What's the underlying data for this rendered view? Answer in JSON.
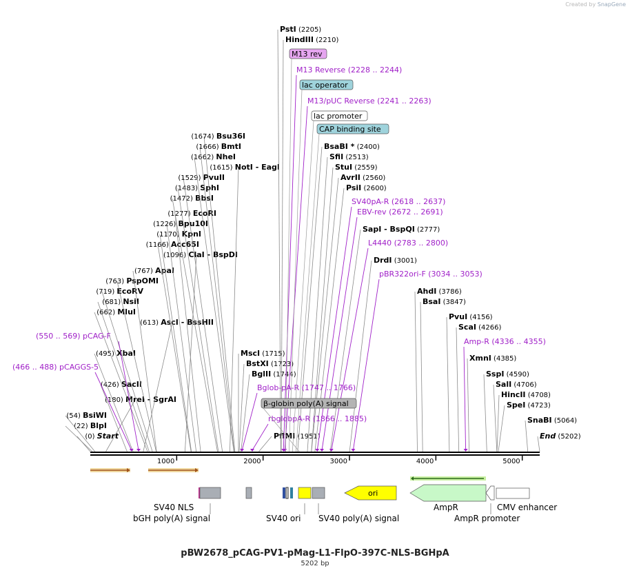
{
  "app": {
    "credit_prefix": "Created by",
    "credit_brand": "SnapGene"
  },
  "map": {
    "name": "pBW2678_pCAG-PV1-pMag-L1-FlpO-397C-NLS-BGHpA",
    "size_label": "5202 bp",
    "length": 5202,
    "ticks": [
      1000,
      2000,
      3000,
      4000,
      5000
    ],
    "feature_colors": {
      "primer": "#a020c8",
      "sites": "#111111",
      "backbone": "#222222"
    }
  },
  "sites": [
    {
      "pos": "(0)",
      "name": "Start",
      "italic": true,
      "bp": 0,
      "lineTo": 185
    },
    {
      "pos": "(22)",
      "name": "BlpI",
      "bp": 22,
      "lineTo": 170
    },
    {
      "pos": "(54)",
      "name": "BsiWI",
      "bp": 54,
      "lineTo": 157
    },
    {
      "pos": "(180)",
      "name": "MreI",
      "name2": "SgrAI",
      "bp": 180,
      "lineTo": 167
    },
    {
      "pos": "(426)",
      "name": "SacII",
      "bp": 426,
      "lineTo": 193
    },
    {
      "pos": "(495)",
      "name": "XbaI",
      "bp": 495,
      "lineTo": 209
    },
    {
      "pos": "(613)",
      "name": "AscI",
      "name2": "BssHII",
      "bp": 613,
      "lineTo": 218
    },
    {
      "pos": "(662)",
      "name": "MluI",
      "bp": 662,
      "lineTo": 225
    },
    {
      "pos": "(681)",
      "name": "NsiI",
      "bp": 681,
      "lineTo": 232
    },
    {
      "pos": "(719)",
      "name": "EcoRV",
      "bp": 719,
      "lineTo": 242
    },
    {
      "pos": "(763)",
      "name": "PspOMI",
      "bp": 763,
      "lineTo": 250
    },
    {
      "pos": "(767)",
      "name": "ApaI",
      "bp": 767,
      "lineTo": 255
    },
    {
      "pos": "(1096)",
      "name": "ClaI",
      "name2": "BspDI",
      "bp": 1096,
      "lineTo": 283
    },
    {
      "pos": "(1166)",
      "name": "Acc65I",
      "bp": 1166,
      "lineTo": 290
    },
    {
      "pos": "(1170)",
      "name": "KpnI",
      "bp": 1170,
      "lineTo": 297
    },
    {
      "pos": "(1226)",
      "name": "Bpu10I",
      "bp": 1226,
      "lineTo": 305
    },
    {
      "pos": "(1277)",
      "name": "EcoRI",
      "bp": 1277,
      "lineTo": 312
    },
    {
      "pos": "(1472)",
      "name": "BbsI",
      "bp": 1472,
      "lineTo": 335
    },
    {
      "pos": "(1483)",
      "name": "SphI",
      "bp": 1483,
      "lineTo": 342
    },
    {
      "pos": "(1529)",
      "name": "PvuII",
      "bp": 1529,
      "lineTo": 350
    },
    {
      "pos": "(1615)",
      "name": "NotI",
      "name2": "EagI",
      "bp": 1615,
      "lineTo": 358
    },
    {
      "pos": "(1662)",
      "name": "NheI",
      "bp": 1662,
      "lineTo": 365
    },
    {
      "pos": "(1666)",
      "name": "BmtI",
      "bp": 1666,
      "lineTo": 372
    },
    {
      "pos": "(1674)",
      "name": "Bsu36I",
      "bp": 1674,
      "lineTo": 380
    },
    {
      "pos": "(1715)",
      "name": "MscI",
      "bp": 1715,
      "lineTo": 518
    },
    {
      "pos": "(1723)",
      "name": "BstXI",
      "bp": 1723,
      "lineTo": 533
    },
    {
      "pos": "(1744)",
      "name": "BglII",
      "bp": 1744,
      "lineTo": 548
    },
    {
      "pos": "(1951)",
      "name": "PflMI",
      "bp": 1951,
      "lineTo": 637
    },
    {
      "pos": "(2205)",
      "name": "PstI",
      "bp": 2205,
      "lineTo": 48
    },
    {
      "pos": "(2210)",
      "name": "HindIII",
      "bp": 2210,
      "lineTo": 63
    },
    {
      "pos": "(2400)",
      "name": "BsaBI *",
      "bp": 2400,
      "lineTo": 217
    },
    {
      "pos": "(2513)",
      "name": "SfiI",
      "bp": 2513,
      "lineTo": 232
    },
    {
      "pos": "(2559)",
      "name": "StuI",
      "bp": 2559,
      "lineTo": 247
    },
    {
      "pos": "(2560)",
      "name": "AvrII",
      "bp": 2560,
      "lineTo": 262
    },
    {
      "pos": "(2600)",
      "name": "PsiI",
      "bp": 2600,
      "lineTo": 277
    },
    {
      "pos": "(2777)",
      "name": "SapI",
      "name2": "BspQI",
      "bp": 2777,
      "lineTo": 337
    },
    {
      "pos": "(3001)",
      "name": "DrdI",
      "bp": 3001,
      "lineTo": 382
    },
    {
      "pos": "(3786)",
      "name": "AhdI",
      "bp": 3786,
      "lineTo": 427
    },
    {
      "pos": "(3847)",
      "name": "BsaI",
      "bp": 3847,
      "lineTo": 442
    },
    {
      "pos": "(4156)",
      "name": "PvuI",
      "bp": 4156,
      "lineTo": 465
    },
    {
      "pos": "(4266)",
      "name": "ScaI",
      "bp": 4266,
      "lineTo": 480
    },
    {
      "pos": "(4385)",
      "name": "XmnI",
      "bp": 4385,
      "lineTo": 525
    },
    {
      "pos": "(4590)",
      "name": "SspI",
      "bp": 4590,
      "lineTo": 547
    },
    {
      "pos": "(4706)",
      "name": "SalI",
      "bp": 4706,
      "lineTo": 562
    },
    {
      "pos": "(4708)",
      "name": "HincII",
      "bp": 4708,
      "lineTo": 577
    },
    {
      "pos": "(4723)",
      "name": "SpeI",
      "bp": 4723,
      "lineTo": 592
    },
    {
      "pos": "(5064)",
      "name": "SnaBI",
      "bp": 5064,
      "lineTo": 614
    },
    {
      "pos": "(5202)",
      "name": "End",
      "italic": true,
      "bp": 5202,
      "lineTo": 637
    }
  ],
  "primers": [
    {
      "name": "pCAG-F",
      "range": "(550 .. 569)",
      "bp": 559
    },
    {
      "name": "pCAGGS-5",
      "range": "(466 .. 488)",
      "bp": 477
    },
    {
      "name": "M13 Reverse",
      "range": "(2228 .. 2244)",
      "bp": 2236
    },
    {
      "name": "M13/pUC Reverse",
      "range": "(2241 .. 2263)",
      "bp": 2252
    },
    {
      "name": "SV40pA-R",
      "range": "(2618 .. 2637)",
      "bp": 2627
    },
    {
      "name": "EBV-rev",
      "range": "(2672 .. 2691)",
      "bp": 2681
    },
    {
      "name": "L4440",
      "range": "(2783 .. 2800)",
      "bp": 2791
    },
    {
      "name": "pBR322ori-F",
      "range": "(3034 .. 3053)",
      "bp": 3043
    },
    {
      "name": "Amp-R",
      "range": "(4336 .. 4355)",
      "bp": 4345
    },
    {
      "name": "Bglob-pA-R",
      "range": "(1747 .. 1766)",
      "bp": 1756
    },
    {
      "name": "rbglobpA-R",
      "range": "(1866 .. 1885)",
      "bp": 1875
    }
  ],
  "boxed_features": [
    {
      "name": "M13 rev",
      "fill": "#e6a6f0"
    },
    {
      "name": "lac operator",
      "fill": "#9fd3dc"
    },
    {
      "name": "lac promoter",
      "fill": "#ffffff"
    },
    {
      "name": "CAP binding site",
      "fill": "#9fd3dc"
    },
    {
      "name": "β-globin poly(A) signal",
      "fill": "#b4b4b4"
    }
  ],
  "feature_labels": [
    "SV40 NLS",
    "bGH poly(A) signal",
    "SV40 ori",
    "SV40 poly(A) signal",
    "AmpR",
    "AmpR promoter",
    "CMV enhancer"
  ],
  "ori_label": "ori"
}
